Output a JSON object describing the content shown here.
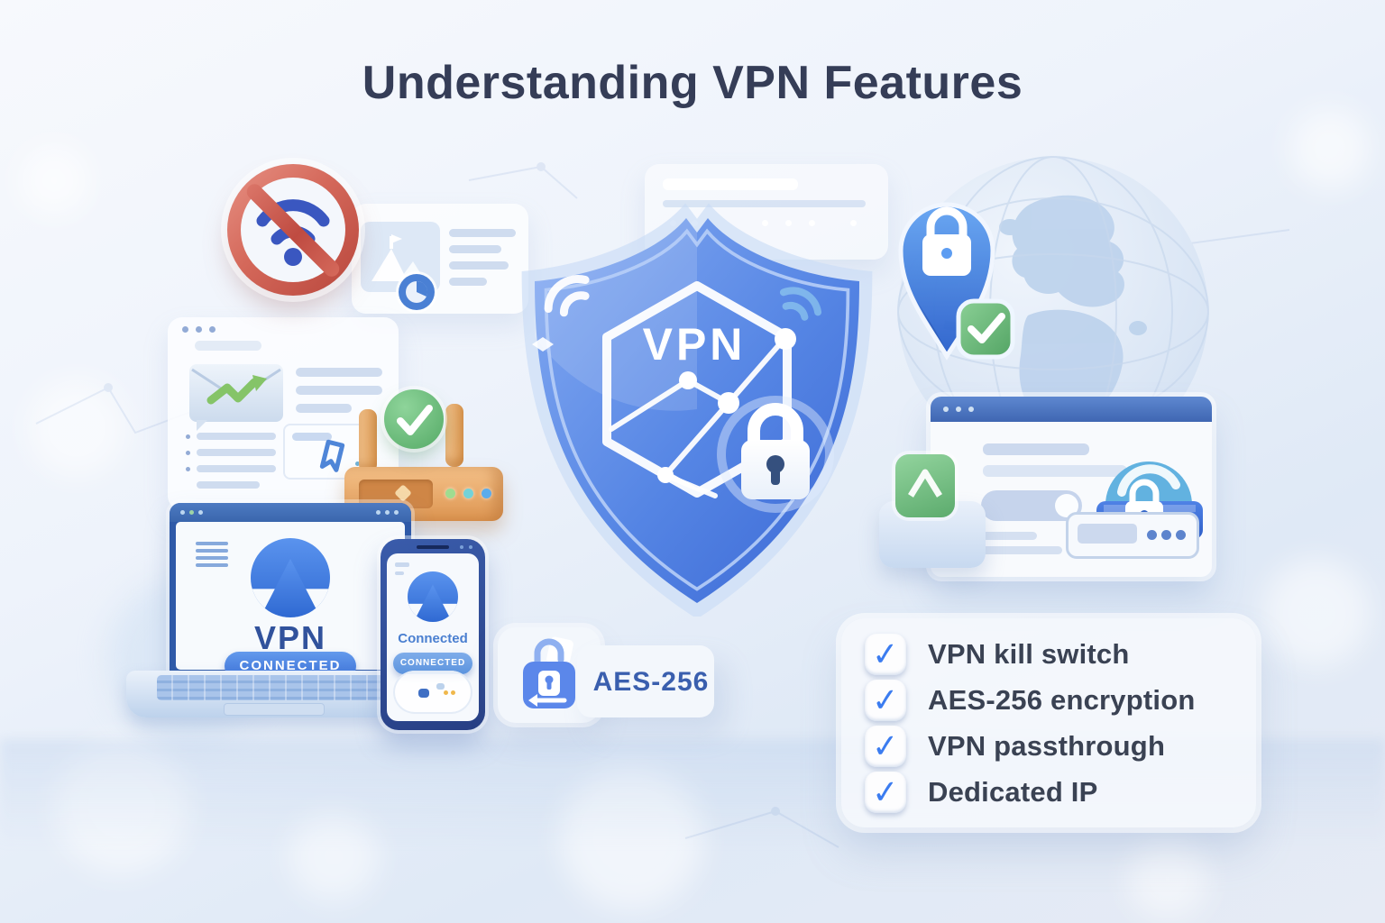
{
  "title": "Understanding VPN Features",
  "shield": {
    "label": "VPN"
  },
  "laptop": {
    "logo": "VPN",
    "status_button": "CONNECTED"
  },
  "phone": {
    "status": "Connected",
    "status_button": "CONNECTED"
  },
  "encryption_badge": {
    "label": "AES-256"
  },
  "features": {
    "items": [
      {
        "label": "VPN kill switch"
      },
      {
        "label": "AES-256 encryption"
      },
      {
        "label": "VPN passthrough"
      },
      {
        "label": "Dedicated IP"
      }
    ]
  },
  "icons": {
    "check_glyph": "✓"
  },
  "colors": {
    "accent_blue": "#3b7cf0",
    "navy": "#353d57",
    "green": "#6abf77",
    "orange": "#e8a462",
    "red": "#cd574d"
  }
}
